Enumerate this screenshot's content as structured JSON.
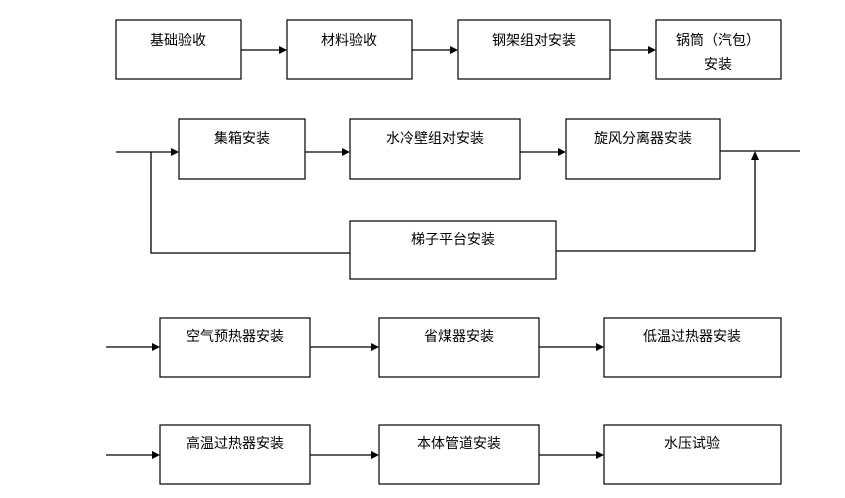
{
  "steps": {
    "foundation_acceptance": "基础验收",
    "material_acceptance": "材料验收",
    "steel_frame_assembly": "钢架组对安装",
    "drum_install_line1": "锅筒（汽包）",
    "drum_install_line2": "安装",
    "header_install": "集箱安装",
    "waterwall_assembly": "水冷壁组对安装",
    "cyclone_separator_install": "旋风分离器安装",
    "ladder_platform_install": "梯子平台安装",
    "air_preheater_install": "空气预热器安装",
    "economizer_install": "省煤器安装",
    "low_temp_superheater_install": "低温过热器安装",
    "high_temp_superheater_install": "高温过热器安装",
    "body_piping_install": "本体管道安装",
    "hydrostatic_test": "水压试验"
  }
}
